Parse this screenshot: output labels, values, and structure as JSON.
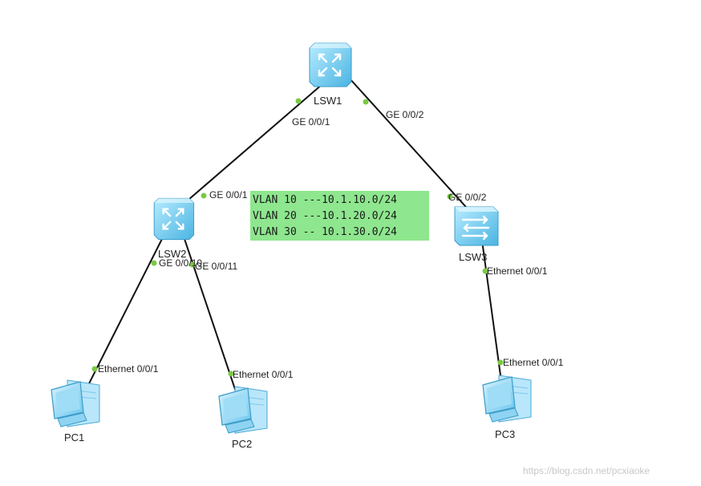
{
  "devices": [
    {
      "id": "lsw1",
      "type": "core-switch",
      "name": "LSW1"
    },
    {
      "id": "lsw2",
      "type": "core-switch",
      "name": "LSW2"
    },
    {
      "id": "lsw3",
      "type": "access-switch",
      "name": "LSW3"
    },
    {
      "id": "pc1",
      "type": "pc",
      "name": "PC1"
    },
    {
      "id": "pc2",
      "type": "pc",
      "name": "PC2"
    },
    {
      "id": "pc3",
      "type": "pc",
      "name": "PC3"
    }
  ],
  "links": [
    {
      "from": "lsw1",
      "to": "lsw2",
      "from_port": "GE 0/0/1",
      "to_port": "GE 0/0/1"
    },
    {
      "from": "lsw1",
      "to": "lsw3",
      "from_port": "GE 0/0/2",
      "to_port": "GE 0/0/2"
    },
    {
      "from": "lsw2",
      "to": "pc1",
      "from_port": "GE 0/0/10",
      "to_port": "Ethernet 0/0/1"
    },
    {
      "from": "lsw2",
      "to": "pc2",
      "from_port": "GE 0/0/11",
      "to_port": "Ethernet 0/0/1"
    },
    {
      "from": "lsw3",
      "to": "pc3",
      "from_port": "Ethernet 0/0/1",
      "to_port": "Ethernet 0/0/1"
    }
  ],
  "note": {
    "lines": [
      "VLAN 10 ---10.1.10.0/24",
      "VLAN 20 ---10.1.20.0/24",
      "VLAN 30 -- 10.1.30.0/24"
    ],
    "background": "#8ee68e"
  },
  "watermark": "https://blog.csdn.net/pcxiaoke",
  "colors": {
    "link": "#111111",
    "port_dot": "#7ac943",
    "device_fill": "#7fd0ee",
    "device_edge": "#3a9cc8"
  }
}
